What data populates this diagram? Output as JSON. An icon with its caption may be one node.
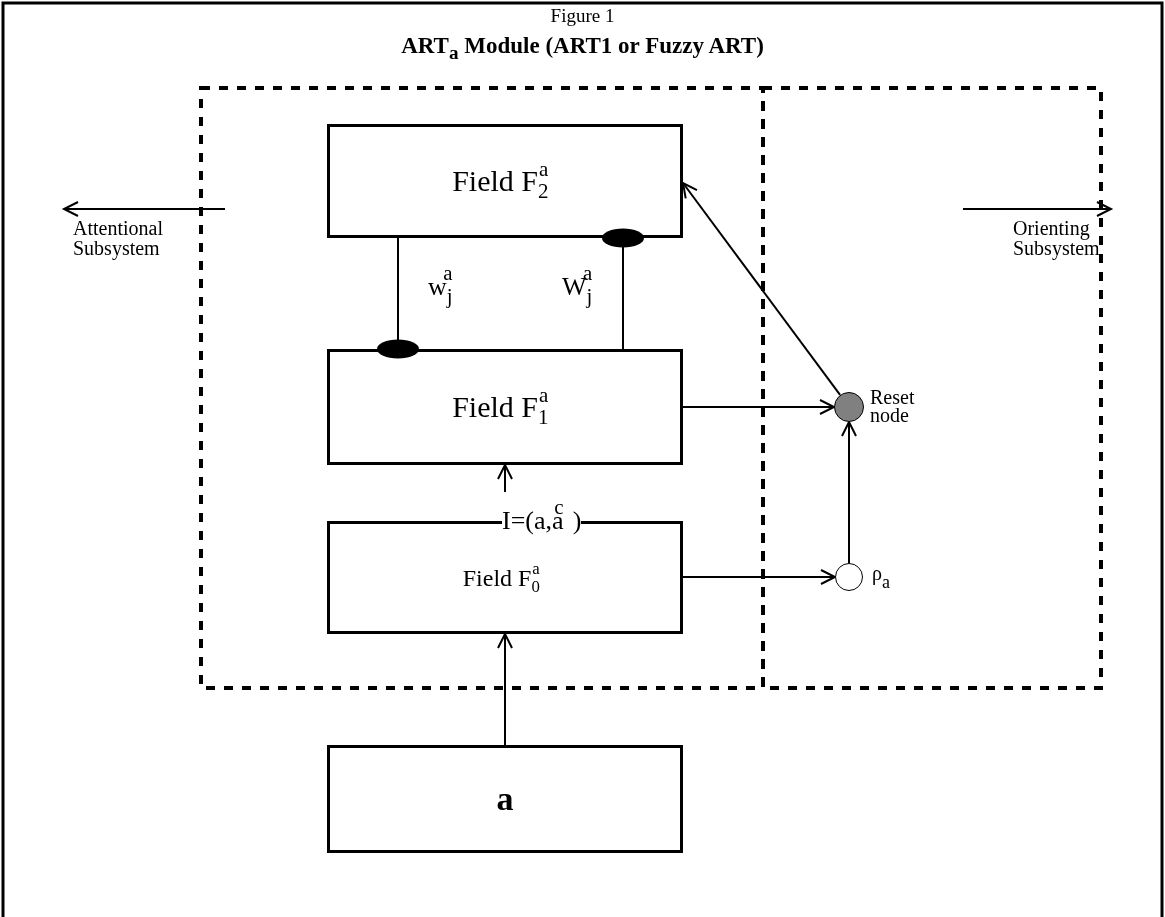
{
  "diagram": {
    "title": "ART$_{a}$ Module (ART1 or Fuzzy ART)",
    "nodes": [
      {
        "text": [
          "Field F$_{2}$$^{a}$"
        ]
      },
      {
        "text": [
          "Field F$_{1}$$^{a}$"
        ]
      },
      {
        "text": [
          "Field F$_{0}$$^{a}$"
        ]
      },
      {
        "text": [
          "a"
        ]
      },
      {
        "text": [],
        "shape": "circle",
        "beside": [
          "Reset node"
        ]
      },
      {
        "text": [],
        "shape": "circle",
        "beside": [
          "ρ$_{a}$"
        ]
      }
    ],
    "edges": [
      {
        "from": 3,
        "to": 2,
        "arrow": "to"
      },
      {
        "from": 2,
        "to": 1,
        "arrow": "to",
        "label": "I=(a,a$^{c}$)"
      },
      {
        "from": 0,
        "to": 1,
        "arrow": "other",
        "label": "w$_{j}$$^{a}$"
      },
      {
        "from": 1,
        "to": 0,
        "arrow": "other",
        "label": "W$_{j}$$^{a}$"
      },
      {
        "from": 1,
        "to": 4,
        "arrow": "to"
      },
      {
        "from": 2,
        "to": 5,
        "arrow": "to"
      },
      {
        "from": 5,
        "to": 4,
        "arrow": "to"
      },
      {
        "from": 4,
        "to": 0,
        "arrow": "to"
      }
    ],
    "labels": [
      "Figure 1",
      "Attentional Subsystem",
      "Orienting Subsystem"
    ]
  }
}
